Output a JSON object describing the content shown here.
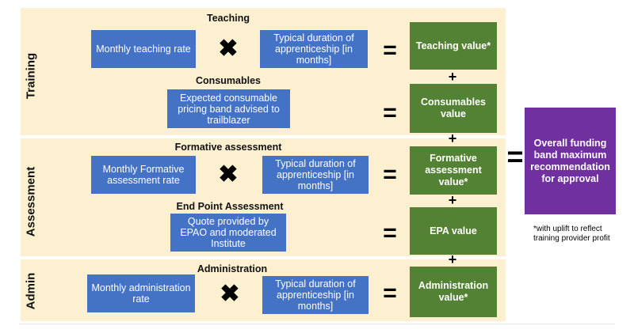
{
  "training": {
    "label": "Training",
    "teaching": {
      "title": "Teaching",
      "rate_box": "Monthly teaching rate",
      "duration_box": "Typical duration of apprenticeship [in months]",
      "value_box": "Teaching value*"
    },
    "consumables": {
      "title": "Consumables",
      "input_box": "Expected consumable pricing band advised to trailblazer",
      "value_box": "Consumables value"
    }
  },
  "assessment": {
    "label": "Assessment",
    "formative": {
      "title": "Formative assessment",
      "rate_box": "Monthly Formative assessment rate",
      "duration_box": "Typical duration of apprenticeship [in months]",
      "value_box": "Formative assessment value*"
    },
    "epa": {
      "title": "End Point Assessment",
      "input_box": "Quote provided by EPAO and moderated Institute",
      "value_box": "EPA value"
    }
  },
  "admin": {
    "label": "Admin",
    "title": "Administration",
    "rate_box": "Monthly administration rate",
    "duration_box": "Typical duration of apprenticeship [in months]",
    "value_box": "Administration value*"
  },
  "result": {
    "box": "Overall funding band maximum recommendation for approval",
    "footnote": "*with uplift to reflect training provider profit"
  },
  "operators": {
    "times": "✖",
    "equals": "=",
    "plus": "+"
  },
  "colors": {
    "section_bg": "#fdf0d0",
    "input_box": "#4472c4",
    "value_box": "#548235",
    "result_box": "#7030a0"
  }
}
